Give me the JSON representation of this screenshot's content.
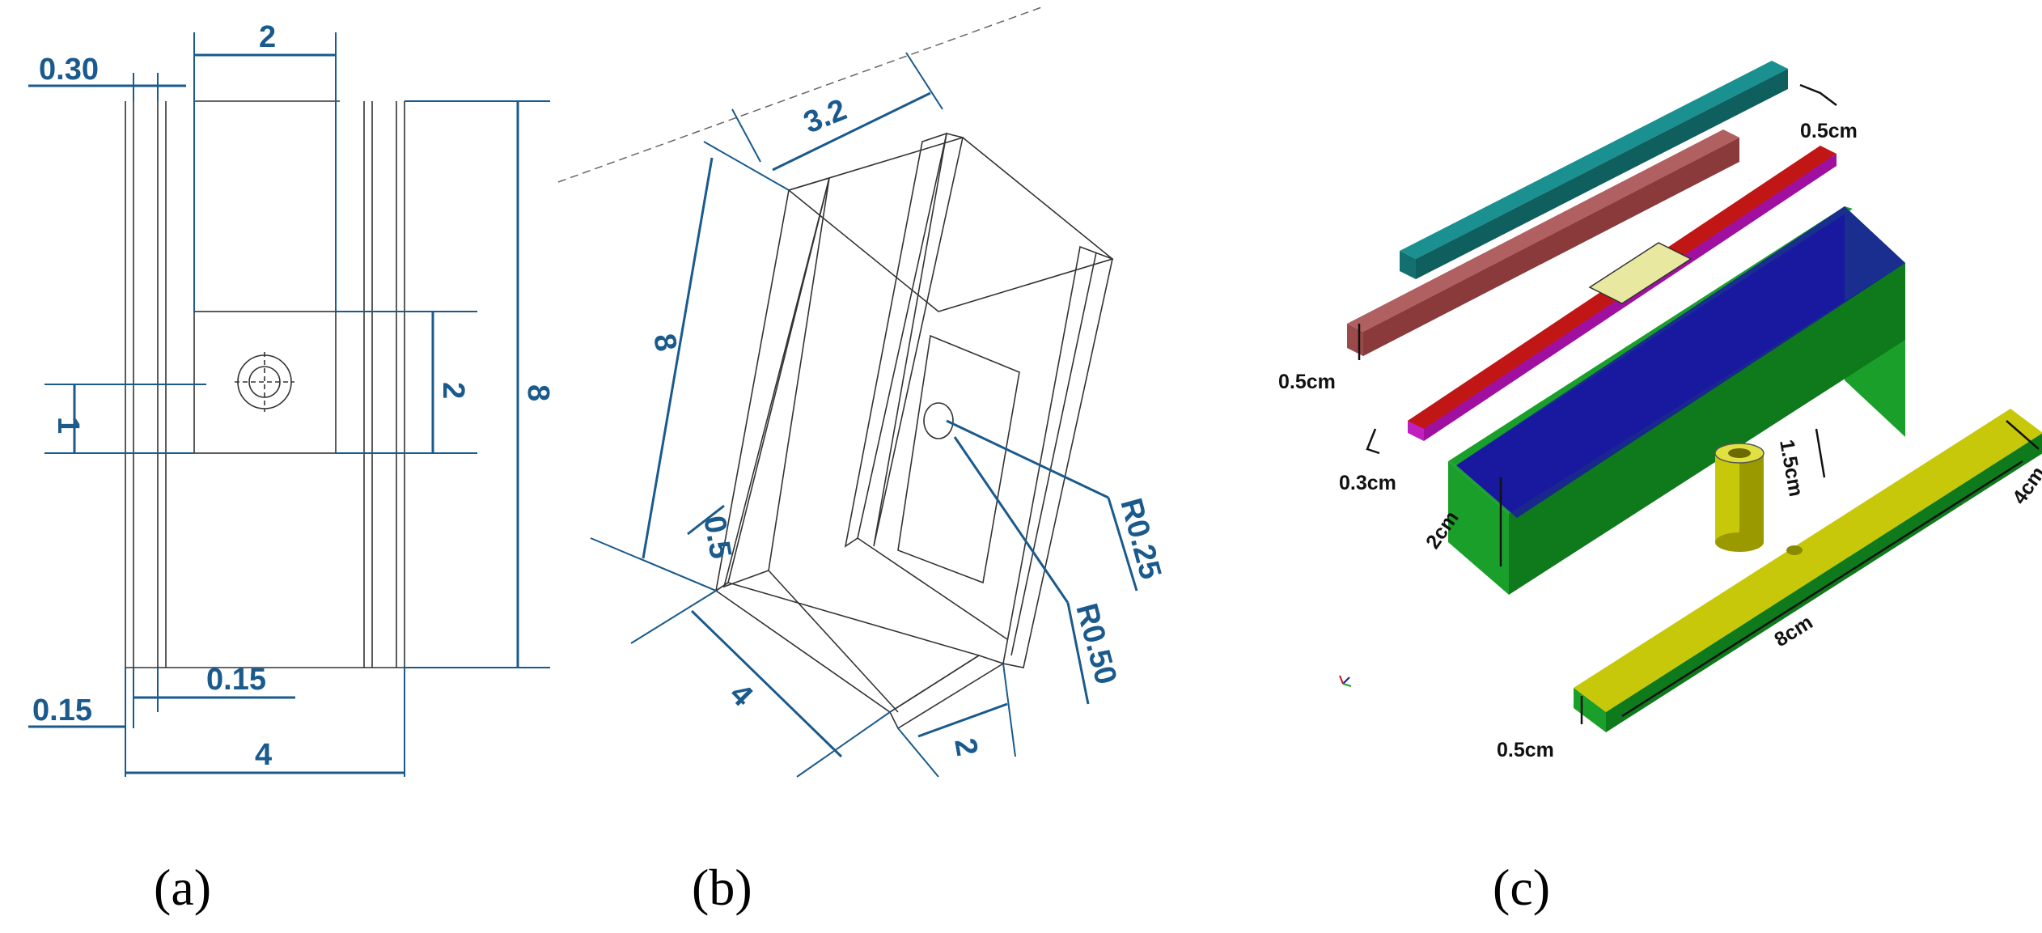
{
  "panel_a": {
    "caption": "(a)",
    "dims": {
      "d030": "0.30",
      "d2_top": "2",
      "d2_right": "2",
      "d8": "8",
      "d1": "1",
      "d015_left": "0.15",
      "d015_mid": "0.15",
      "d4": "4"
    }
  },
  "panel_b": {
    "caption": "(b)",
    "dims": {
      "d32": "3.2",
      "d8": "8",
      "d05": "0.5",
      "d4": "4",
      "d2": "2",
      "r025": "R0.25",
      "r050": "R0.50"
    }
  },
  "panel_c": {
    "caption": "(c)",
    "dims": {
      "d05_top": "0.5cm",
      "d05_left": "0.5cm",
      "d03": "0.3cm",
      "d2cm": "2cm",
      "d15cm": "1.5cm",
      "d4cm": "4cm",
      "d8cm": "8cm",
      "d05_bottom": "0.5cm"
    }
  },
  "colors": {
    "dimension": "#1a5a8c",
    "green": "#1aa02a",
    "green_dark": "#0f7a1c",
    "red": "#c01616",
    "magenta": "#c020c0",
    "blue": "#1a1aa0",
    "teal": "#1a9090",
    "brown": "#9a4a4a",
    "yellow": "#c8c80a",
    "yellow_dark": "#9a9a00"
  }
}
